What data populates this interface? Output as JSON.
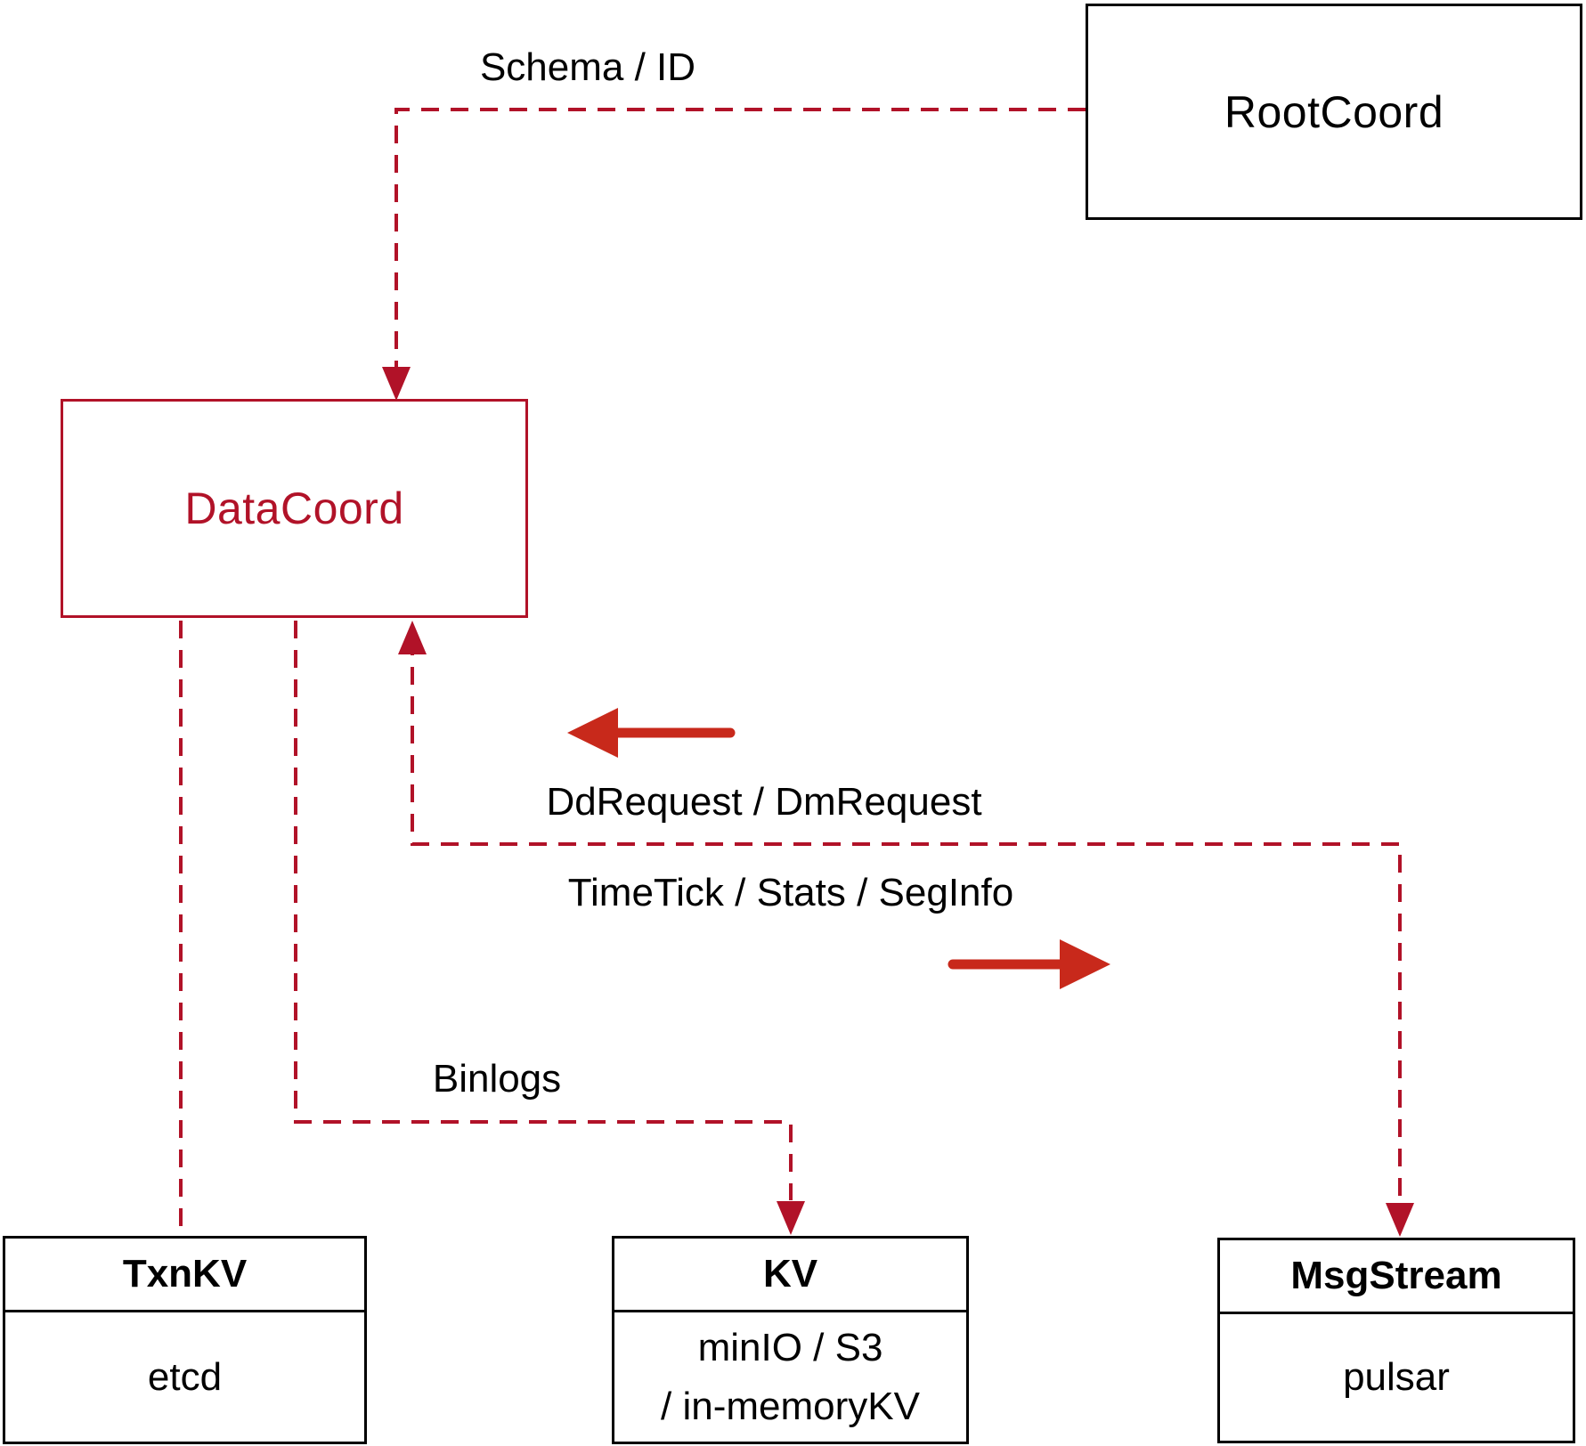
{
  "diagram": {
    "colors": {
      "crimson": "#b11228",
      "arrow_red": "#c8291b",
      "black": "#000000"
    },
    "nodes": {
      "rootcoord": {
        "title": "RootCoord"
      },
      "datacoord": {
        "title": "DataCoord"
      },
      "txnkv": {
        "title": "TxnKV",
        "subtitle": "etcd"
      },
      "kv": {
        "title": "KV",
        "subtitle_line1": "minIO / S3",
        "subtitle_line2": "/ in-memoryKV"
      },
      "msgstream": {
        "title": "MsgStream",
        "subtitle": "pulsar"
      }
    },
    "labels": {
      "schema_id": "Schema / ID",
      "dd_request": "DdRequest / DmRequest",
      "time_tick": "TimeTick / Stats / SegInfo",
      "binlogs": "Binlogs"
    }
  }
}
